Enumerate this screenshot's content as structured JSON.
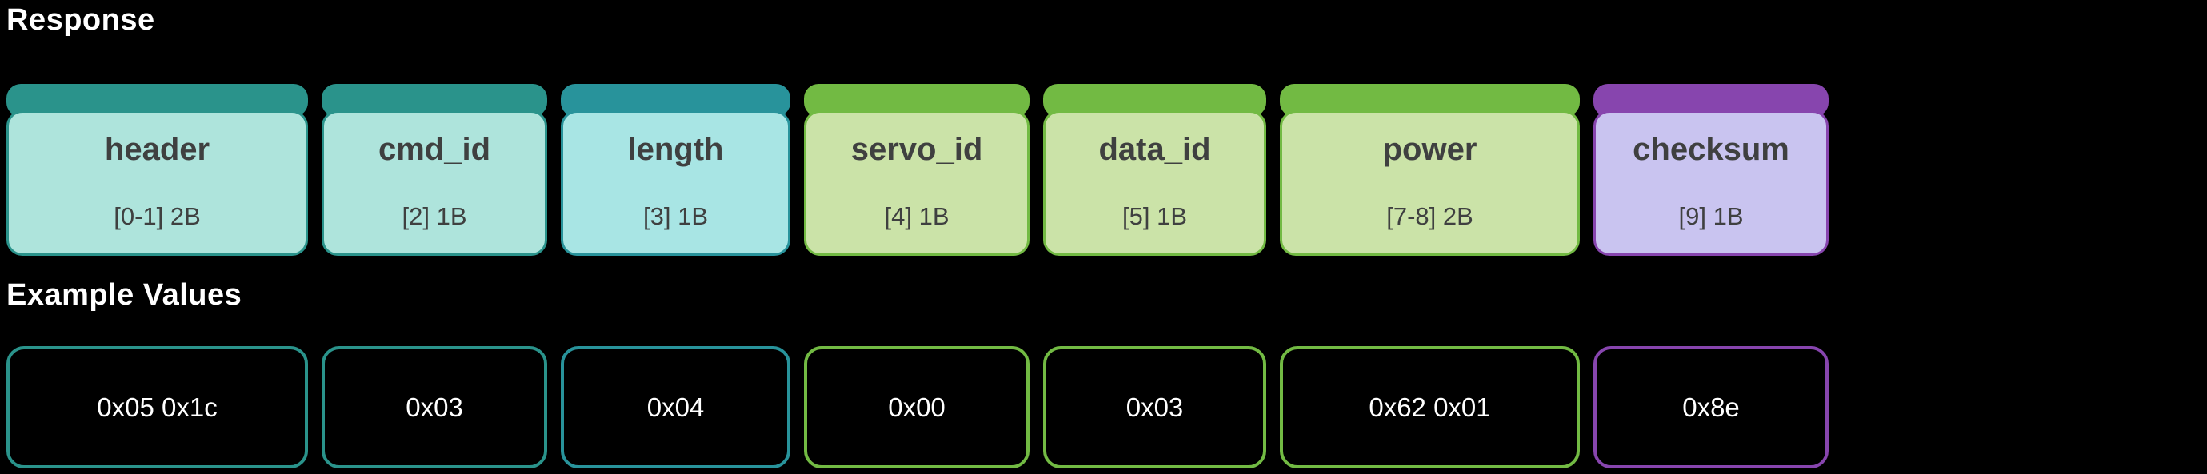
{
  "sections": {
    "response": {
      "title": "Response"
    },
    "example": {
      "title": "Example Values"
    }
  },
  "fields": [
    {
      "name": "header",
      "range": "[0-1] 2B",
      "value": "0x05 0x1c",
      "scheme": "teal"
    },
    {
      "name": "cmd_id",
      "range": "[2] 1B",
      "value": "0x03",
      "scheme": "teal"
    },
    {
      "name": "length",
      "range": "[3] 1B",
      "value": "0x04",
      "scheme": "cyan"
    },
    {
      "name": "servo_id",
      "range": "[4] 1B",
      "value": "0x00",
      "scheme": "green"
    },
    {
      "name": "data_id",
      "range": "[5] 1B",
      "value": "0x03",
      "scheme": "green"
    },
    {
      "name": "power",
      "range": "[7-8] 2B",
      "value": "0x62 0x01",
      "scheme": "green"
    },
    {
      "name": "checksum",
      "range": "[9] 1B",
      "value": "0x8e",
      "scheme": "purple"
    }
  ],
  "colors": {
    "background": "#000000",
    "title_text": "#FFFFFF",
    "label_text": "#3F4040",
    "value_text": "#FFFFFF",
    "schemes": {
      "teal": {
        "bar": "#2A938B",
        "body": "#AEE4DC"
      },
      "cyan": {
        "bar": "#28939B",
        "body": "#A8E5E4"
      },
      "green": {
        "bar": "#72BA43",
        "body": "#CBE3A8"
      },
      "purple": {
        "bar": "#8745AE",
        "body": "#C9C4F0"
      }
    }
  }
}
